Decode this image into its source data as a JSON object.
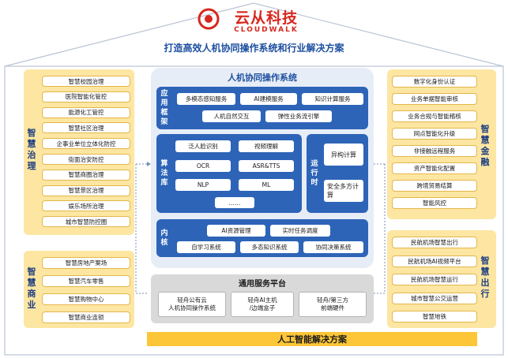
{
  "header": {
    "brand_cn": "云从科技",
    "brand_en": "CLOUDWALK",
    "headline": "打造高效人机协同操作系统和行业解决方案"
  },
  "left_panels": [
    {
      "label": "智慧治理",
      "items": [
        "智慧校园治理",
        "医院智能化管控",
        "能源化工管控",
        "智慧社区治理",
        "企事业单位立体化防控",
        "街面治安防控",
        "智慧商圈治理",
        "智慧景区治理",
        "娱乐场所治理",
        "城市智慧防控圈"
      ]
    },
    {
      "label": "智慧商业",
      "items": [
        "智慧房地产案场",
        "智慧汽车零售",
        "智慧购物中心",
        "智慧商业连锁"
      ]
    }
  ],
  "right_panels": [
    {
      "label": "智慧金融",
      "items": [
        "数字化身份认证",
        "业务单据智能审核",
        "业务合规与智能稽核",
        "网点智能化升级",
        "非接触远程服务",
        "资产智能化配置",
        "跨境贸易结算",
        "智能风控"
      ]
    },
    {
      "label": "智慧出行",
      "items": [
        "民航机场智慧出行",
        "民航机场AI视频平台",
        "民航机场智慧运行",
        "城市智慧公交运营",
        "智慧地铁"
      ]
    }
  ],
  "core": {
    "title": "人机协同操作系统",
    "app_framework": {
      "label": "应用框架",
      "items": [
        "多模态感知服务",
        "AI建模服务",
        "知识计算服务",
        "人机自然交互",
        "弹性业务流引擎"
      ]
    },
    "algorithm_lib": {
      "label": "算法库",
      "items": [
        "泛人脸识别",
        "视频理解",
        "OCR",
        "ASR&TTS",
        "NLP",
        "ML",
        "……"
      ]
    },
    "runtime": {
      "label": "运行时",
      "items": [
        "异构计算",
        "安全多方计算"
      ]
    },
    "kernel": {
      "label": "内核",
      "items": [
        "AI资源管理",
        "实时任务调度",
        "自学习系统",
        "多态知识系统",
        "协同决策系统"
      ]
    }
  },
  "platform": {
    "title": "通用服务平台",
    "items": [
      "轻舟公有云\n人机协同操作系统",
      "轻舟AI主机\n/边端盒子",
      "轻舟/第三方\n前端硬件"
    ]
  },
  "bottom": {
    "label": "人工智能解决方案"
  },
  "colors": {
    "brand_red": "#d7281e",
    "core_blue": "#2d64b8",
    "panel_yellow": "#fde6a2",
    "bar_yellow": "#fcc638"
  }
}
